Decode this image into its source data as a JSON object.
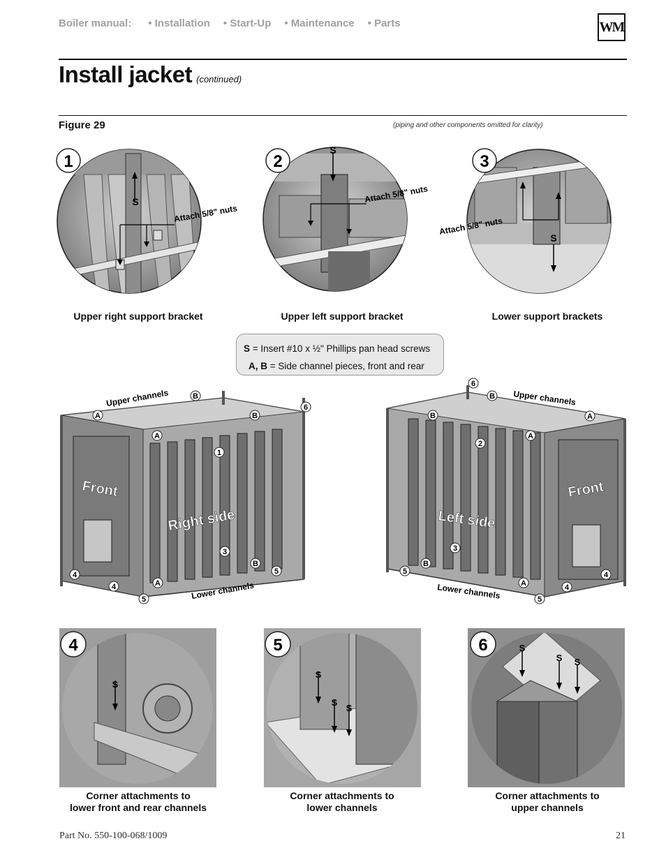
{
  "header": {
    "manual_label": "Boiler manual:",
    "nav_items": [
      "• Installation",
      "• Start-Up",
      "• Maintenance",
      "• Parts"
    ],
    "logo_text": "WM"
  },
  "title": {
    "main": "Install jacket",
    "sub": "(continued)"
  },
  "figure": {
    "label": "Figure 29",
    "note": "(piping and other components omitted for clarity)"
  },
  "details_top": [
    {
      "number": "1",
      "caption": "Upper right support bracket",
      "callout": "Attach 5/8\" nuts",
      "screw": "S"
    },
    {
      "number": "2",
      "caption": "Upper left support bracket",
      "callout": "Attach 5/8\" nuts",
      "screw": "S"
    },
    {
      "number": "3",
      "caption": "Lower support brackets",
      "callout": "Attach 5/8\" nuts",
      "screw": "S"
    }
  ],
  "legend": {
    "line1_key": "S",
    "line1_text": " = Insert #10 x ½\" Phillips pan head screws",
    "line2_key": "A, B",
    "line2_text": " = Side channel pieces, front and rear"
  },
  "assembly_right": {
    "upper_label": "Upper channels",
    "lower_label": "Lower channels",
    "front_label": "Front",
    "side_label": "Right side",
    "markers": {
      "a": "A",
      "b": "B",
      "n1": "1",
      "n3": "3",
      "n4": "4",
      "n5": "5",
      "n6": "6"
    }
  },
  "assembly_left": {
    "upper_label": "Upper channels",
    "lower_label": "Lower channels",
    "front_label": "Front",
    "side_label": "Left side",
    "markers": {
      "a": "A",
      "b": "B",
      "n2": "2",
      "n3": "3",
      "n4": "4",
      "n5": "5",
      "n6": "6"
    }
  },
  "details_bottom": [
    {
      "number": "4",
      "caption_line1": "Corner attachments to",
      "caption_line2": "lower front and rear channels",
      "screw": "S"
    },
    {
      "number": "5",
      "caption_line1": "Corner attachments to",
      "caption_line2": "lower channels",
      "screw": "S"
    },
    {
      "number": "6",
      "caption_line1": "Corner attachments to",
      "caption_line2": "upper channels",
      "screw": "S"
    }
  ],
  "footer": {
    "part_no": "Part No. 550-100-068/1009",
    "page": "21"
  }
}
